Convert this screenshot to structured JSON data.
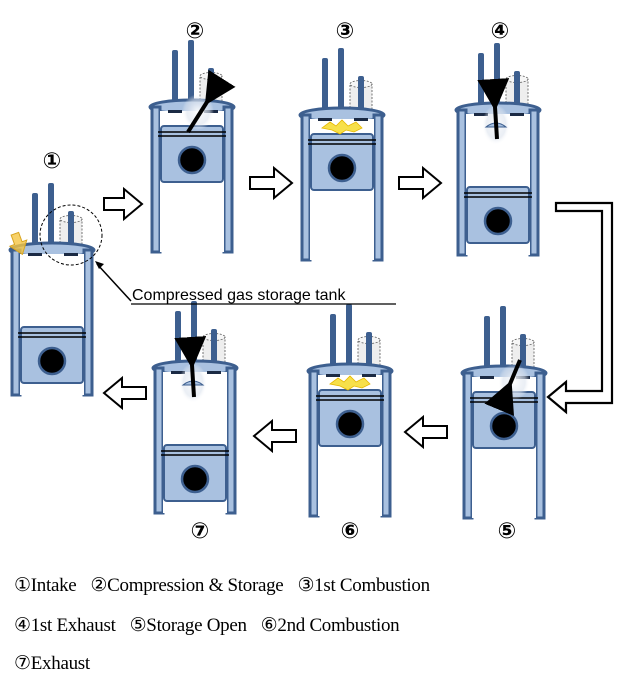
{
  "diagram": {
    "callout_label": "Compressed gas storage tank",
    "colors": {
      "cylinder": "#3d5f8f",
      "cylinder_light": "#a9c1e0",
      "piston": "#a9c1e0",
      "pin": "#000000",
      "spark": "#f7e04a",
      "intake_arrow": "#f5c542",
      "tank": "#eeeeee"
    },
    "stages": [
      {
        "id": 1,
        "symbol": "①",
        "label": "Intake",
        "piston": "bottom",
        "event": "intake"
      },
      {
        "id": 2,
        "symbol": "②",
        "label": "Compression & Storage",
        "piston": "top",
        "event": "store"
      },
      {
        "id": 3,
        "symbol": "③",
        "label": "1st Combustion",
        "piston": "top",
        "event": "spark"
      },
      {
        "id": 4,
        "symbol": "④",
        "label": "1st Exhaust",
        "piston": "bottom",
        "event": "exhaust"
      },
      {
        "id": 5,
        "symbol": "⑤",
        "label": "Storage Open",
        "piston": "top",
        "event": "release"
      },
      {
        "id": 6,
        "symbol": "⑥",
        "label": "2nd Combustion",
        "piston": "top",
        "event": "spark"
      },
      {
        "id": 7,
        "symbol": "⑦",
        "label": "Exhaust",
        "piston": "bottom",
        "event": "exhaust"
      }
    ]
  },
  "legend": {
    "rows": [
      [
        "①Intake",
        "②Compression & Storage",
        "③1st Combustion"
      ],
      [
        "④1st Exhaust",
        "⑤Storage Open",
        "⑥2nd Combustion"
      ],
      [
        "⑦Exhaust"
      ]
    ]
  }
}
